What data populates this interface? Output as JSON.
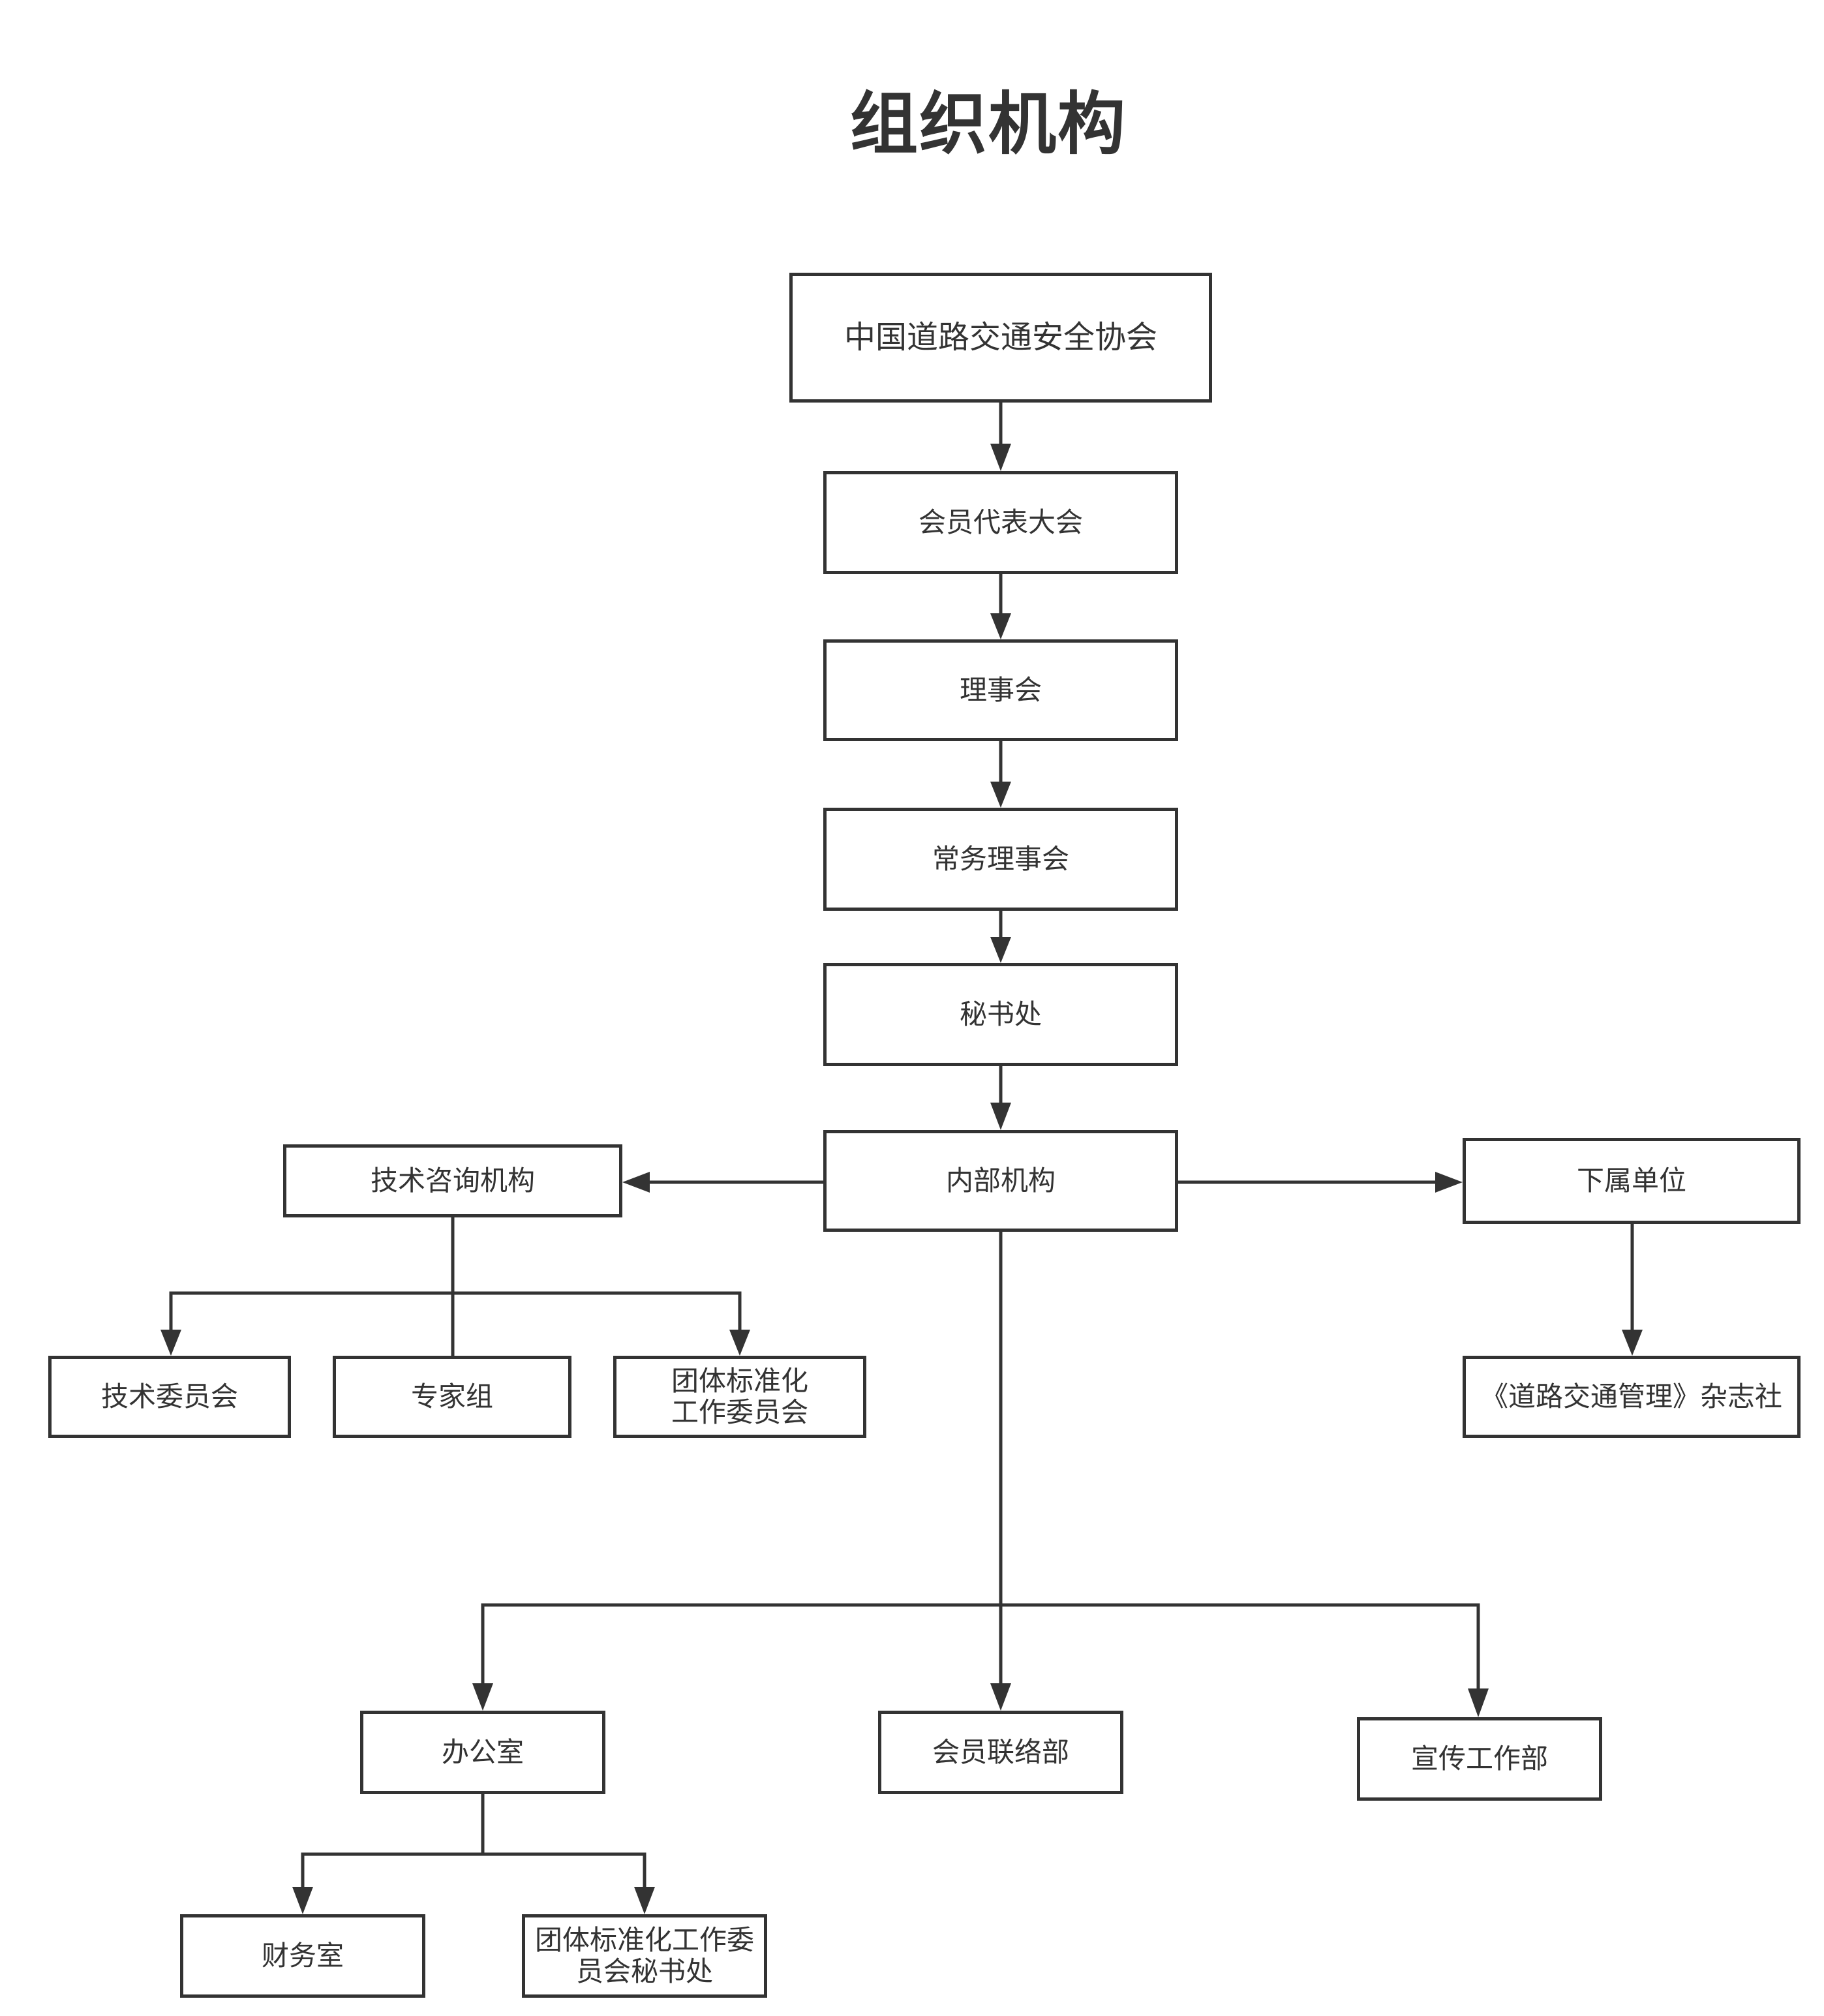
{
  "title": "组织机构",
  "nodes": {
    "association": "中国道路交通安全协会",
    "congress": "会员代表大会",
    "council": "理事会",
    "standing_council": "常务理事会",
    "secretariat": "秘书处",
    "internal": "内部机构",
    "tech_consult": "技术咨询机构",
    "subsidiary": "下属单位",
    "tech_committee": "技术委员会",
    "expert_group": "专家组",
    "std_committee_line1": "团体标准化",
    "std_committee_line2": "工作委员会",
    "magazine": "《道路交通管理》杂志社",
    "office": "办公室",
    "member_liaison": "会员联络部",
    "publicity": "宣传工作部",
    "finance": "财务室",
    "std_secretariat_line1": "团体标准化工作委",
    "std_secretariat_line2": "员会秘书处"
  },
  "colors": {
    "stroke": "#333333",
    "text": "#333333",
    "background": "#ffffff"
  }
}
